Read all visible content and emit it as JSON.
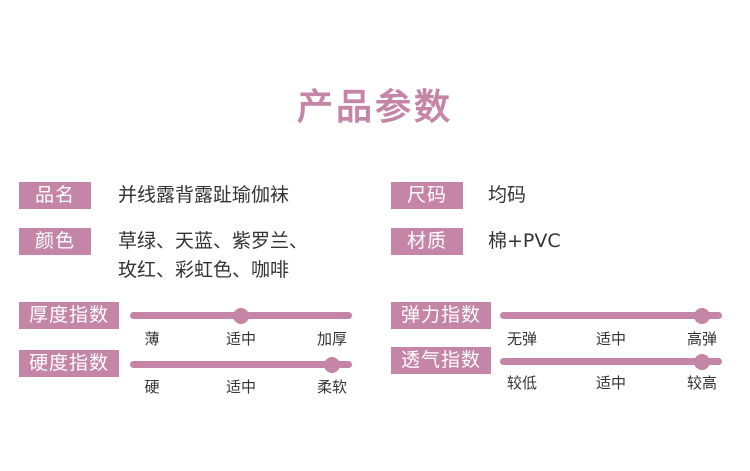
{
  "title": "产品参数",
  "params": {
    "name": {
      "label": "品名",
      "value": "并线露背露趾瑜伽袜"
    },
    "size": {
      "label": "尺码",
      "value": "均码"
    },
    "color": {
      "label": "颜色",
      "line1": "草绿、天蓝、紫罗兰、",
      "line2": "玫红、彩虹色、咖啡"
    },
    "material": {
      "label": "材质",
      "value": "棉+PVC"
    }
  },
  "sliders": {
    "thickness": {
      "label": "厚度指数",
      "ticks": [
        "薄",
        "适中",
        "加厚"
      ],
      "level": 0.5
    },
    "hardness": {
      "label": "硬度指数",
      "ticks": [
        "硬",
        "适中",
        "柔软"
      ],
      "level": 1.0
    },
    "elasticity": {
      "label": "弹力指数",
      "ticks": [
        "无弹",
        "适中",
        "高弹"
      ],
      "level": 1.0
    },
    "breathability": {
      "label": "透气指数",
      "ticks": [
        "较低",
        "适中",
        "较高"
      ],
      "level": 1.0
    }
  },
  "colors": {
    "accent": "#c585a7",
    "text": "#333333"
  }
}
